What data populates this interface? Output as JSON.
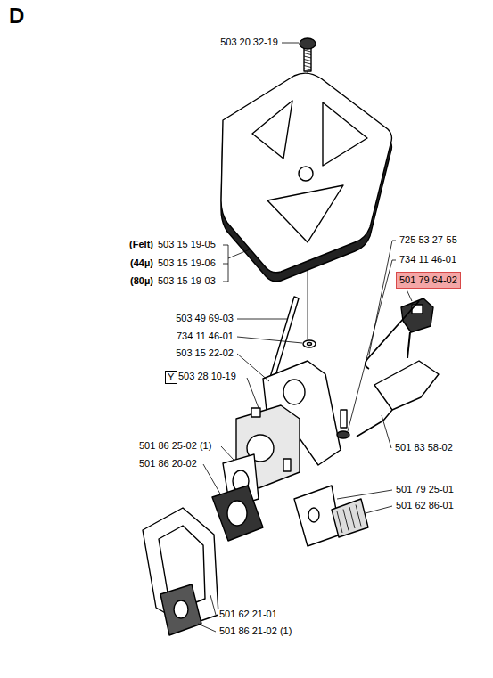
{
  "diagram": {
    "title": "D",
    "nodes": [
      {
        "text": [
          "Y"
        ]
      },
      {
        "text": [
          "501 79 64-02"
        ]
      }
    ],
    "labels": [
      "503 20 32-19",
      "(Felt)",
      "503 15 19-05",
      "(44µ)",
      "503 15 19-06",
      "(80µ)",
      "503 15 19-03",
      "725 53 27-55",
      "734 11 46-01",
      "503 49 69-03",
      "734 11 46-01",
      "503 15 22-02",
      "503 28 10-19",
      "501 83 58-02",
      "501 86 25-02 (1)",
      "501 86 20-02",
      "501 79 25-01",
      "501 62 86-01",
      "501 62 21-01",
      "501 86 21-02 (1)"
    ]
  }
}
